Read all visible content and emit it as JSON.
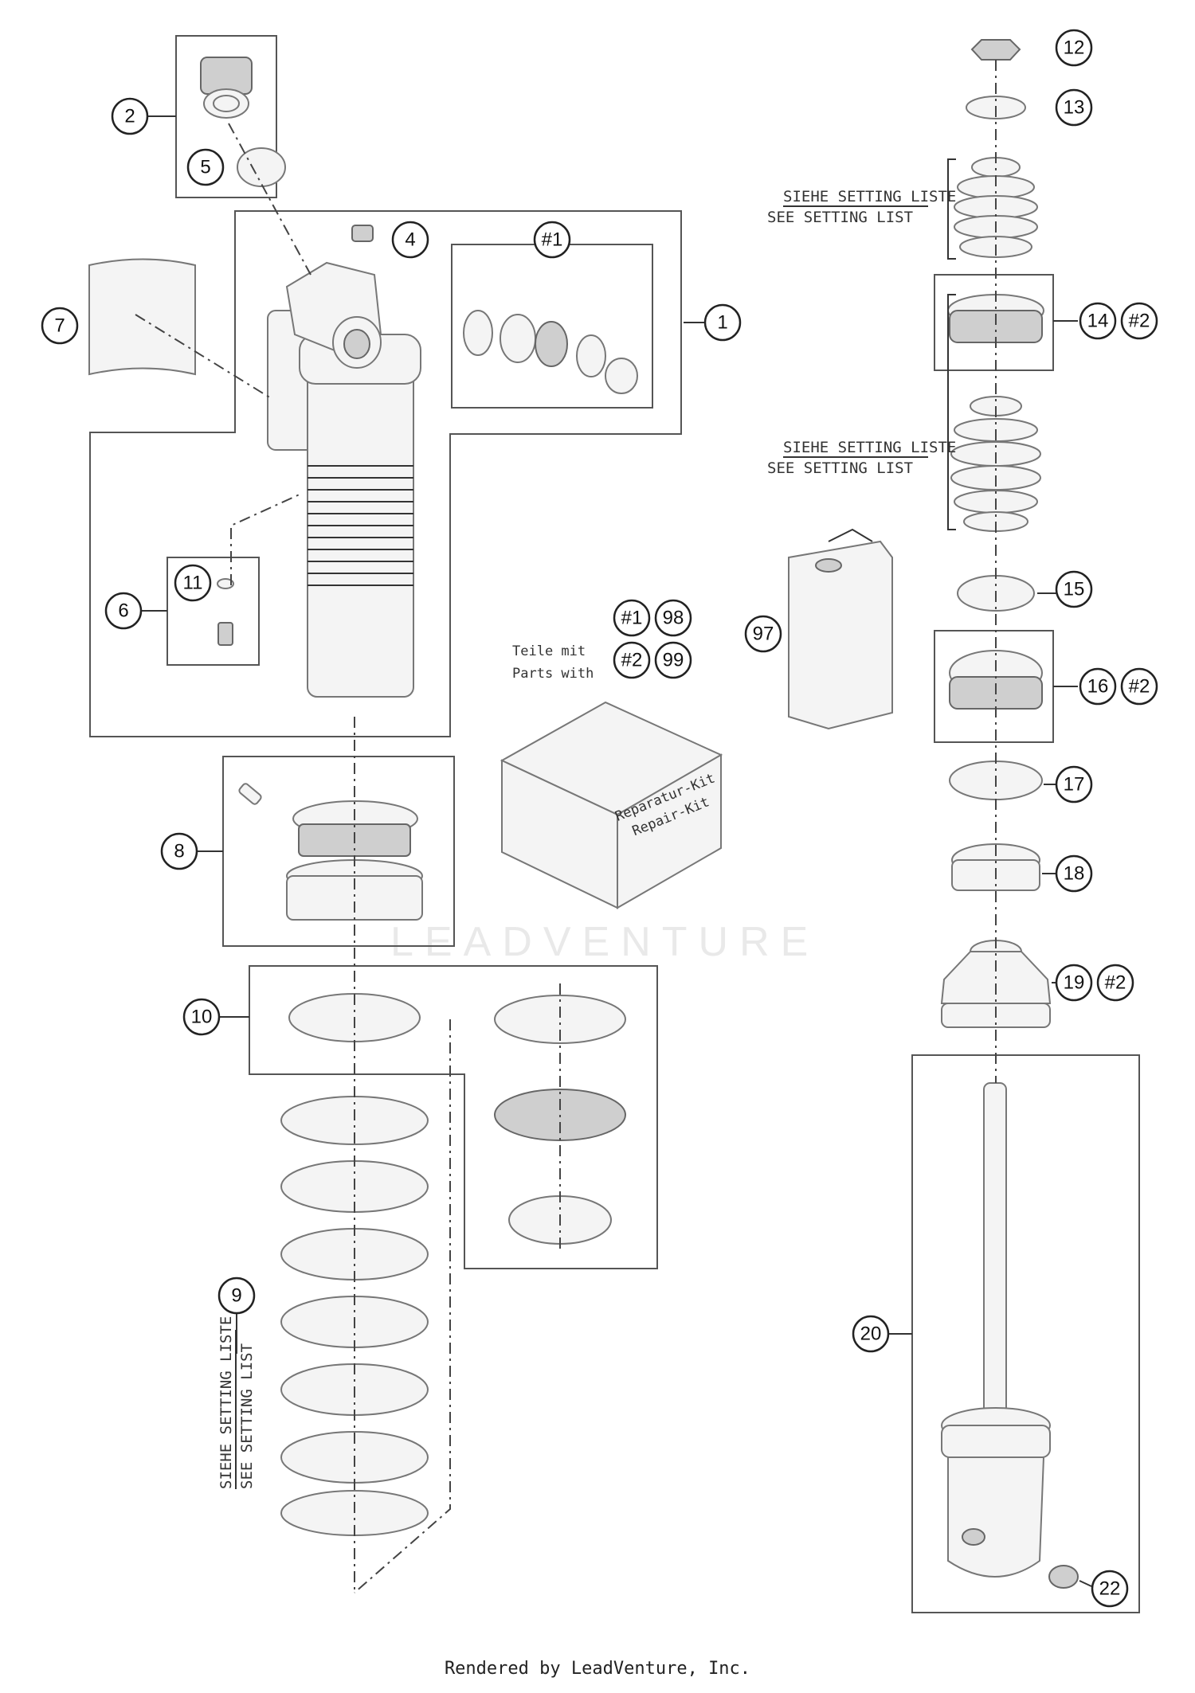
{
  "callouts": {
    "c1": "1",
    "c2": "2",
    "c4": "4",
    "c5": "5",
    "c6": "6",
    "c7": "7",
    "c8": "8",
    "c9": "9",
    "c10": "10",
    "c11": "11",
    "c12": "12",
    "c13": "13",
    "c14": "14",
    "c15": "15",
    "c16": "16",
    "c17": "17",
    "c18": "18",
    "c19": "19",
    "c20": "20",
    "c22": "22",
    "c97": "97",
    "c98": "98",
    "c99": "99",
    "h1a": "#1",
    "h1b": "#1",
    "h2a": "#2",
    "h2b": "#2",
    "h2c": "#2",
    "h2d": "#2"
  },
  "notes": {
    "siehe_setting": "SIEHE SETTING LISTE",
    "see_setting": "SEE SETTING LIST",
    "teile_mit": "Teile mit",
    "parts_with": "Parts with",
    "kit_de": "Reparatur-Kit",
    "kit_en": "Repair-Kit"
  },
  "watermark": "LEADVENTURE",
  "footer": "Rendered by LeadVenture, Inc."
}
